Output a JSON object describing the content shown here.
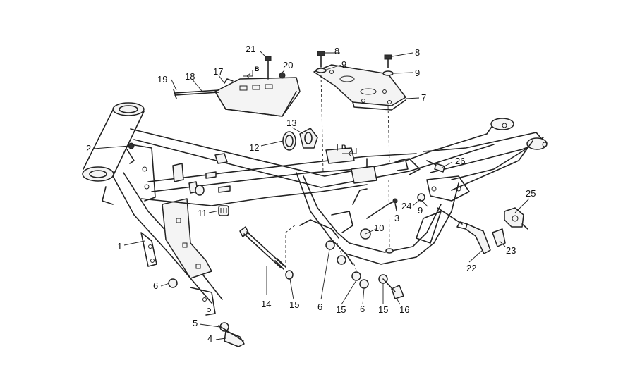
{
  "callouts": [
    {
      "id": "c1",
      "text": "1"
    },
    {
      "id": "c2",
      "text": "2"
    },
    {
      "id": "c3",
      "text": "3"
    },
    {
      "id": "c4",
      "text": "4"
    },
    {
      "id": "c5",
      "text": "5"
    },
    {
      "id": "c6a",
      "text": "6"
    },
    {
      "id": "c6b",
      "text": "6"
    },
    {
      "id": "c6c",
      "text": "6"
    },
    {
      "id": "c7",
      "text": "7"
    },
    {
      "id": "c8a",
      "text": "8"
    },
    {
      "id": "c8b",
      "text": "8"
    },
    {
      "id": "c9a",
      "text": "9"
    },
    {
      "id": "c9b",
      "text": "9"
    },
    {
      "id": "c9c",
      "text": "9"
    },
    {
      "id": "c10",
      "text": "10"
    },
    {
      "id": "c11",
      "text": "11"
    },
    {
      "id": "c12",
      "text": "12"
    },
    {
      "id": "c13",
      "text": "13"
    },
    {
      "id": "c14",
      "text": "14"
    },
    {
      "id": "c15a",
      "text": "15"
    },
    {
      "id": "c15b",
      "text": "15"
    },
    {
      "id": "c15c",
      "text": "15"
    },
    {
      "id": "c16",
      "text": "16"
    },
    {
      "id": "c17",
      "text": "17"
    },
    {
      "id": "c18",
      "text": "18"
    },
    {
      "id": "c19",
      "text": "19"
    },
    {
      "id": "c20",
      "text": "20"
    },
    {
      "id": "c21",
      "text": "21"
    },
    {
      "id": "c22",
      "text": "22"
    },
    {
      "id": "c23",
      "text": "23"
    },
    {
      "id": "c24",
      "text": "24"
    },
    {
      "id": "c25",
      "text": "25"
    },
    {
      "id": "c26",
      "text": "26"
    }
  ],
  "section_markers": [
    {
      "id": "b1",
      "text": "B"
    },
    {
      "id": "b2",
      "text": "B"
    }
  ]
}
